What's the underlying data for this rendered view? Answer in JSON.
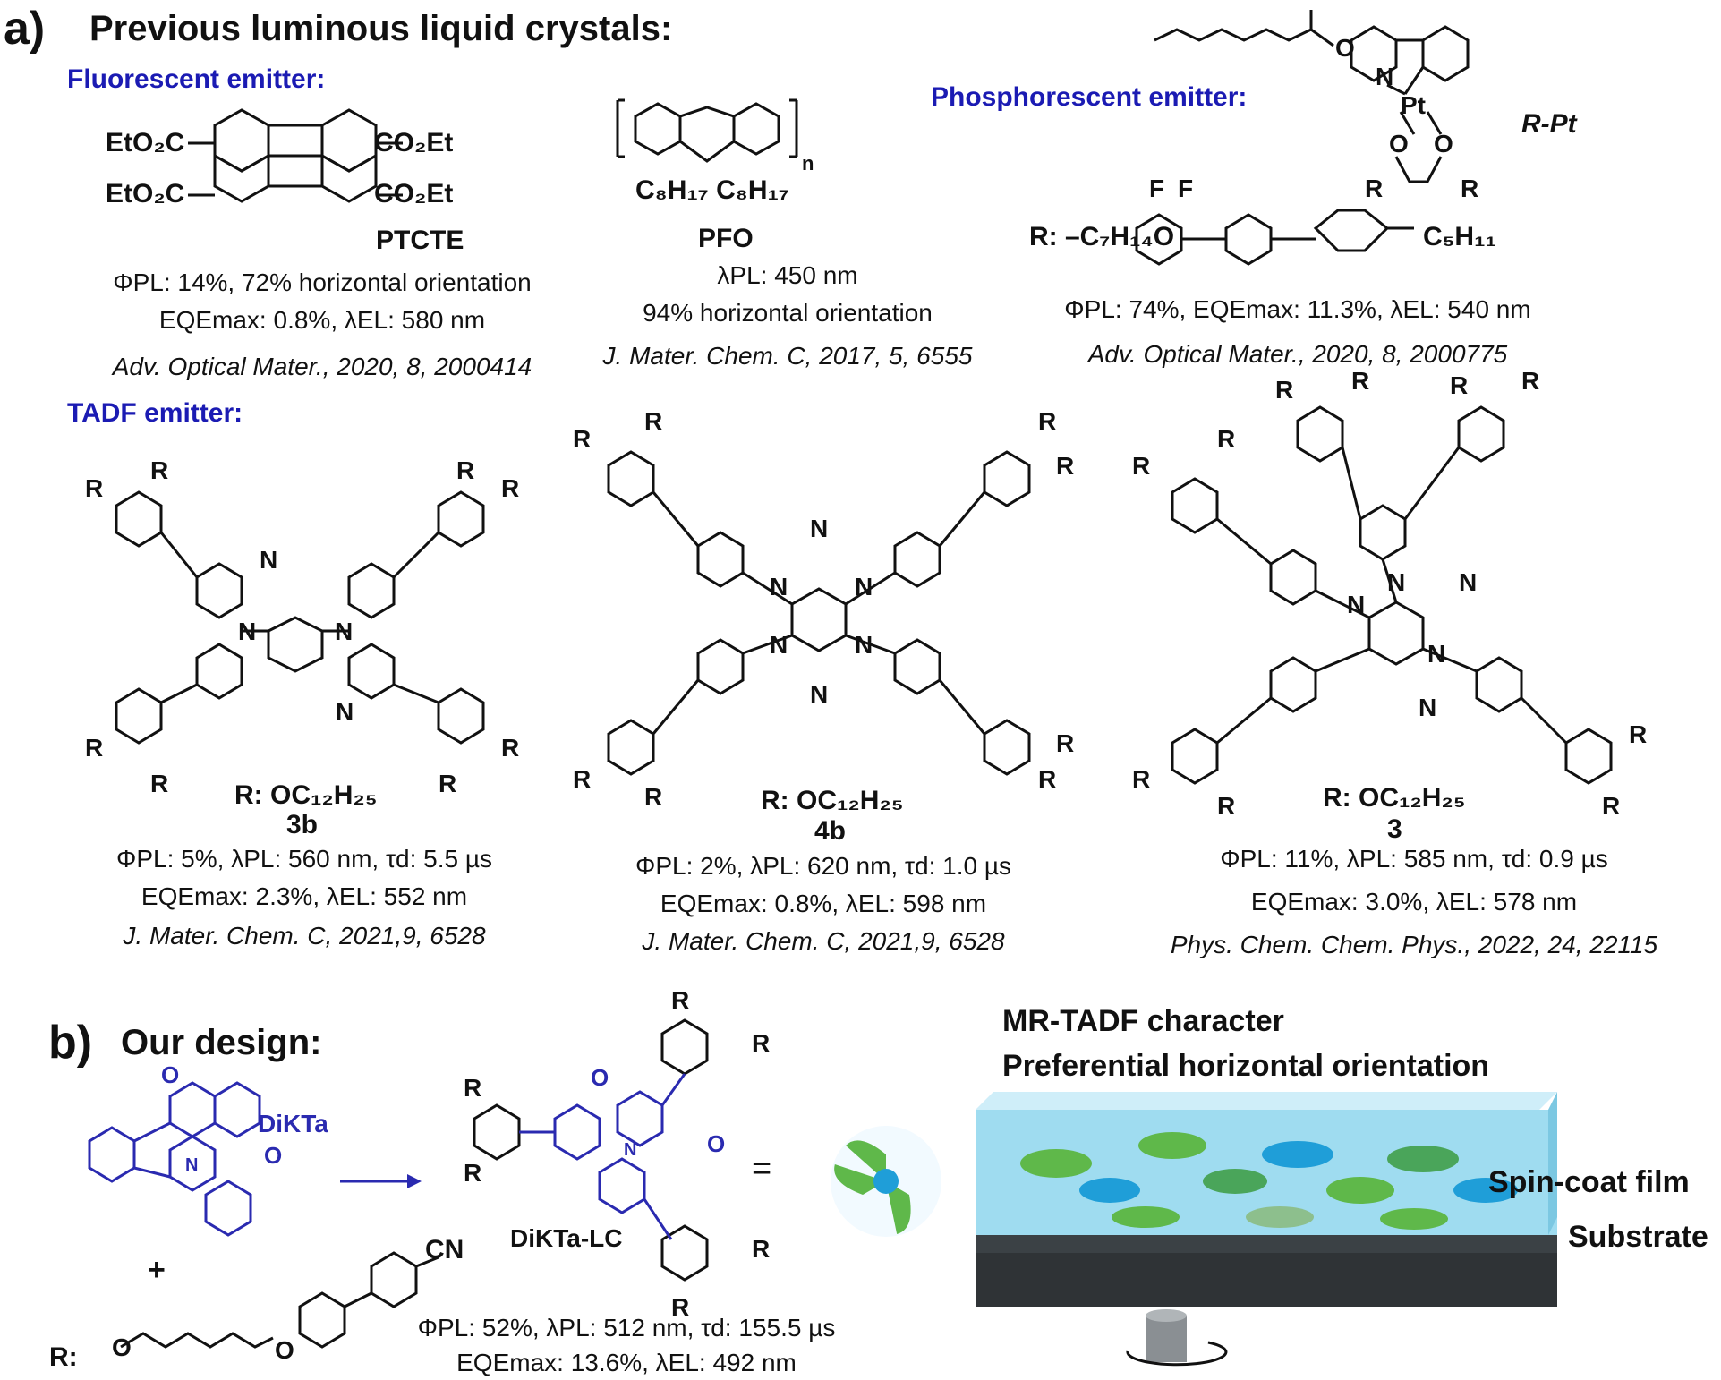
{
  "panel_a": {
    "label": "a)",
    "title": "Previous luminous liquid crystals:",
    "fluorescent": {
      "heading": "Fluorescent emitter:",
      "ptcte": {
        "name": "PTCTE",
        "substituents": [
          "EtO₂C",
          "CO₂Et",
          "EtO₂C",
          "CO₂Et"
        ],
        "line1": "ΦPL: 14%, 72% horizontal orientation",
        "line2": "EQEmax: 0.8%, λEL: 580 nm",
        "ref": "Adv. Optical Mater., 2020, 8, 2000414"
      },
      "pfo": {
        "name": "PFO",
        "subscript_n": "n",
        "chains": "C₈H₁₇ C₈H₁₇",
        "line1": "λPL: 450 nm",
        "line2": "94% horizontal orientation",
        "ref": "J. Mater. Chem. C, 2017, 5, 6555"
      }
    },
    "phosphorescent": {
      "heading": "Phosphorescent emitter:",
      "name": "R-Pt",
      "r_def": "R: –C₇H₁₄O",
      "tail": "C₅H₁₁",
      "line1": "ΦPL: 74%, EQEmax: 11.3%, λEL: 540 nm",
      "ref": "Adv. Optical Mater., 2020, 8, 2000775"
    },
    "tadf": {
      "heading": "TADF emitter:",
      "compounds": [
        {
          "name": "3b",
          "r_def": "R: OC₁₂H₂₅",
          "line1": "ΦPL: 5%, λPL: 560 nm, τd: 5.5 µs",
          "line2": "EQEmax: 2.3%, λEL: 552 nm",
          "ref": "J. Mater. Chem. C, 2021,9, 6528"
        },
        {
          "name": "4b",
          "r_def": "R: OC₁₂H₂₅",
          "line1": "ΦPL: 2%, λPL: 620 nm, τd: 1.0 µs",
          "line2": "EQEmax: 0.8%, λEL: 598 nm",
          "ref": "J. Mater. Chem. C, 2021,9, 6528"
        },
        {
          "name": "3",
          "r_def": "R: OC₁₂H₂₅",
          "line1": "ΦPL: 11%, λPL: 585 nm, τd: 0.9 µs",
          "line2": "EQEmax: 3.0%, λEL: 578 nm",
          "ref": "Phys. Chem. Chem. Phys., 2022, 24, 22115"
        }
      ]
    }
  },
  "panel_b": {
    "label": "b)",
    "title": "Our design:",
    "diKTa": "DiKTa",
    "plus": "+",
    "r_label": "R:",
    "cn": "CN",
    "product": "DiKTa-LC",
    "equals": "=",
    "line1": "ΦPL: 52%, λPL: 512 nm, τd: 155.5 µs",
    "line2": "EQEmax: 13.6%, λEL: 492 nm",
    "feature1": "MR-TADF character",
    "feature2": "Preferential horizontal orientation",
    "film": "Spin-coat film",
    "substrate": "Substrate"
  },
  "colors": {
    "heading_blue": "#1b1bb3",
    "structure_blue": "#2a2ab0",
    "film_blue": "#8fd6ee",
    "substrate": "#2f3336"
  }
}
